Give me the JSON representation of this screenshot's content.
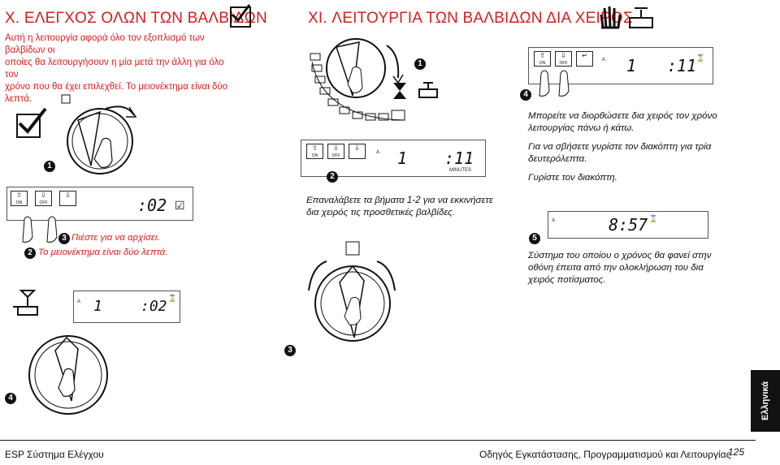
{
  "left_section": {
    "title": "X. ΕΛΕΓΧΟΣ ΟΛΩΝ ΤΩΝ ΒΑΛΒΙΔΩΝ",
    "intro_line1": "Αυτή η λειτουργία αφορά όλο τον εξοπλισμό των βαλβίδων οι",
    "intro_line2": "οποίες θα λειτουργήσουν η μία μετά την άλλη για όλο τον",
    "intro_line3": "χρόνο που θα έχει επιλεχθεί. Το μειονέκτημα είναι δύο λεπτά.",
    "step1_marker": "1",
    "step2_marker": "2",
    "step3_marker": "3",
    "step4_marker": "4",
    "step3_text": "Πιέστε για να αρχίσει.",
    "step2_text": "Το μειονέκτημα είναι δύο λεπτά.",
    "lcd1": {
      "digits": ":02",
      "check": "☑"
    },
    "lcd2": {
      "zone_label": "A",
      "station": "1",
      "digits": ":02"
    },
    "btn_on": "ON",
    "btn_off": "OFF"
  },
  "middle_section": {
    "title": "XI. ΛΕΙΤΟΥΡΓΙΑ ΤΩΝ ΒΑΛΒΙΔΩΝ ΔΙΑ ΧΕΙΡΟΣ",
    "step1_marker": "1",
    "step2_marker": "2",
    "step3_marker": "3",
    "repeat_text_line1": "Επαναλάβετε τα βήματα 1-2 για να εκκινήσετε",
    "repeat_text_line2": "δια χειρός τις προσθετικές βαλβίδες.",
    "lcd": {
      "zone_label": "A",
      "station": "1",
      "digits": ":11",
      "unit": "MINUTES"
    },
    "btn_on": "ON",
    "btn_off": "OFF"
  },
  "right_section": {
    "step4_marker": "4",
    "step5_marker": "5",
    "adjust_line1": "Μπορείτε να διορθώσετε δια χειρός τον χρόνο",
    "adjust_line2": "λειτουργίας πάνω ή κάτω.",
    "off_line1": "Για να σβήσετε γυρίστε τον διακόπτη για τρία",
    "off_line2": "δευτερόλεπτα.",
    "turn_line": "Γυρίστε τον διακόπτη.",
    "lcd_top": {
      "zone_label": "A",
      "station": "1",
      "digits": ":11"
    },
    "lcd_bottom": {
      "zone_label": "A",
      "digits": "8:57"
    },
    "system_line1": "Σύστημα του οποίου ο χρόνος θα φανεί στην",
    "system_line2": "οθόνη έπειτα από την ολοκλήρωση του δια",
    "system_line3": "χειρός ποτίσματος.",
    "btn_on": "ON",
    "btn_off": "OFF"
  },
  "sidebar_tab": "Ελληνικά",
  "footer": {
    "left": "ESP Σύστημα Ελέγχου",
    "center": "Οδηγός Εγκατάστασης, Προγραμματισμού και Λειτουργίας",
    "page_number": "125"
  },
  "colors": {
    "title_red": "#d42020",
    "ink": "#111111"
  }
}
